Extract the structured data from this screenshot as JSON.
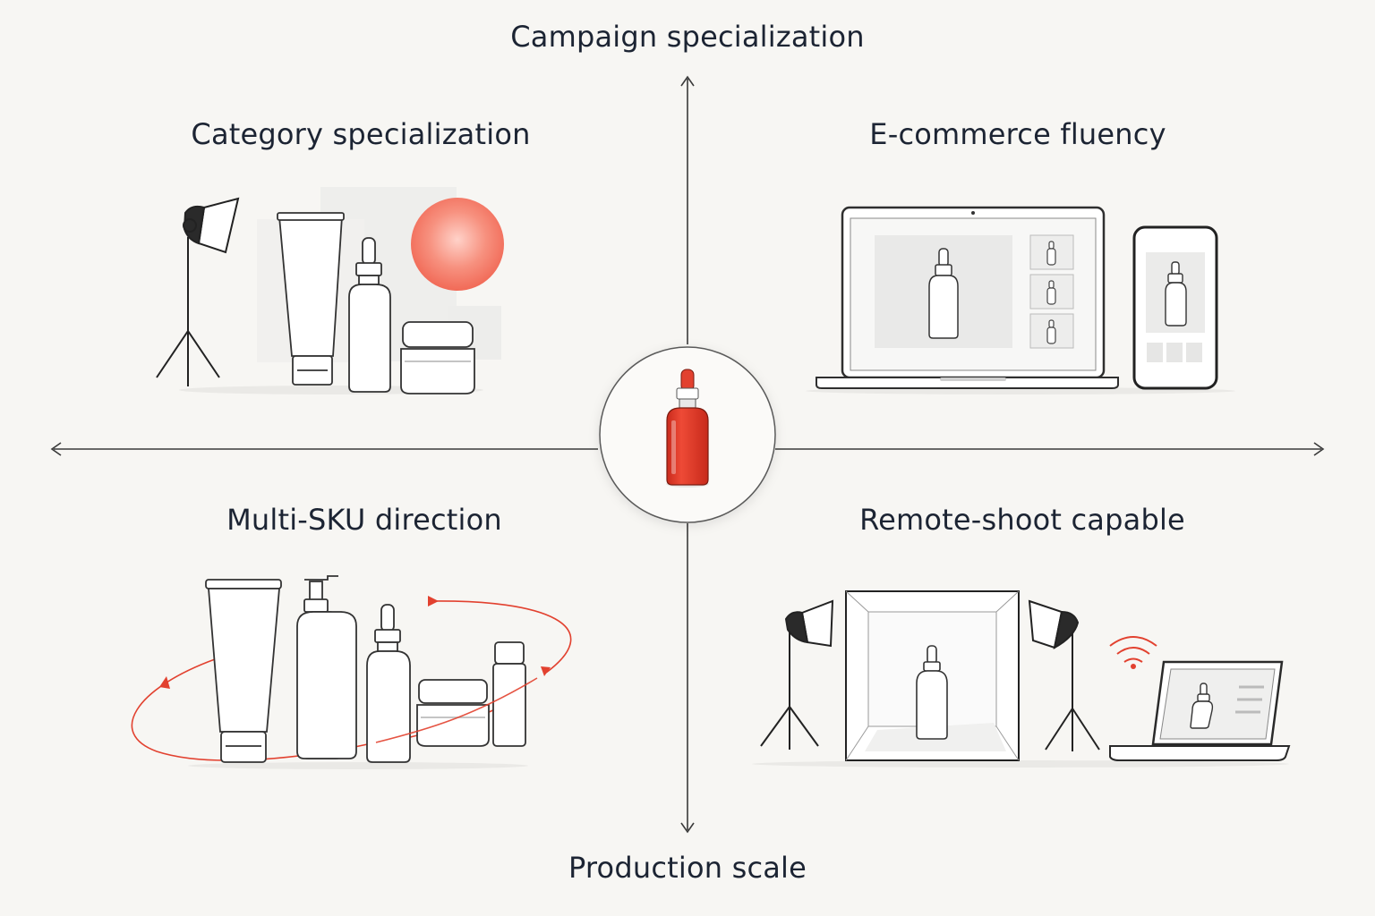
{
  "axes": {
    "top": "Campaign specialization",
    "bottom": "Production scale"
  },
  "quadrants": [
    {
      "id": "tl",
      "label": "Category specialization"
    },
    {
      "id": "tr",
      "label": "E-commerce fluency"
    },
    {
      "id": "bl",
      "label": "Multi-SKU direction"
    },
    {
      "id": "br",
      "label": "Remote-shoot capable"
    }
  ],
  "colors": {
    "accent": "#e2412f",
    "accent_soft": "#f4806f",
    "ink": "#1c2433",
    "line": "#2f2f2f",
    "background": "#f7f6f3"
  },
  "icons": {
    "center": "red-serum-bottle-icon",
    "tl": [
      "softbox-light-icon",
      "tube-icon",
      "dropper-bottle-icon",
      "jar-icon"
    ],
    "tr": [
      "laptop-icon",
      "smartphone-icon"
    ],
    "bl": [
      "tube-icon",
      "pump-bottle-icon",
      "dropper-bottle-icon",
      "jar-icon",
      "vial-icon",
      "rotation-arrows-icon"
    ],
    "br": [
      "softbox-light-icon",
      "light-tent-icon",
      "wifi-icon",
      "laptop-icon"
    ]
  }
}
